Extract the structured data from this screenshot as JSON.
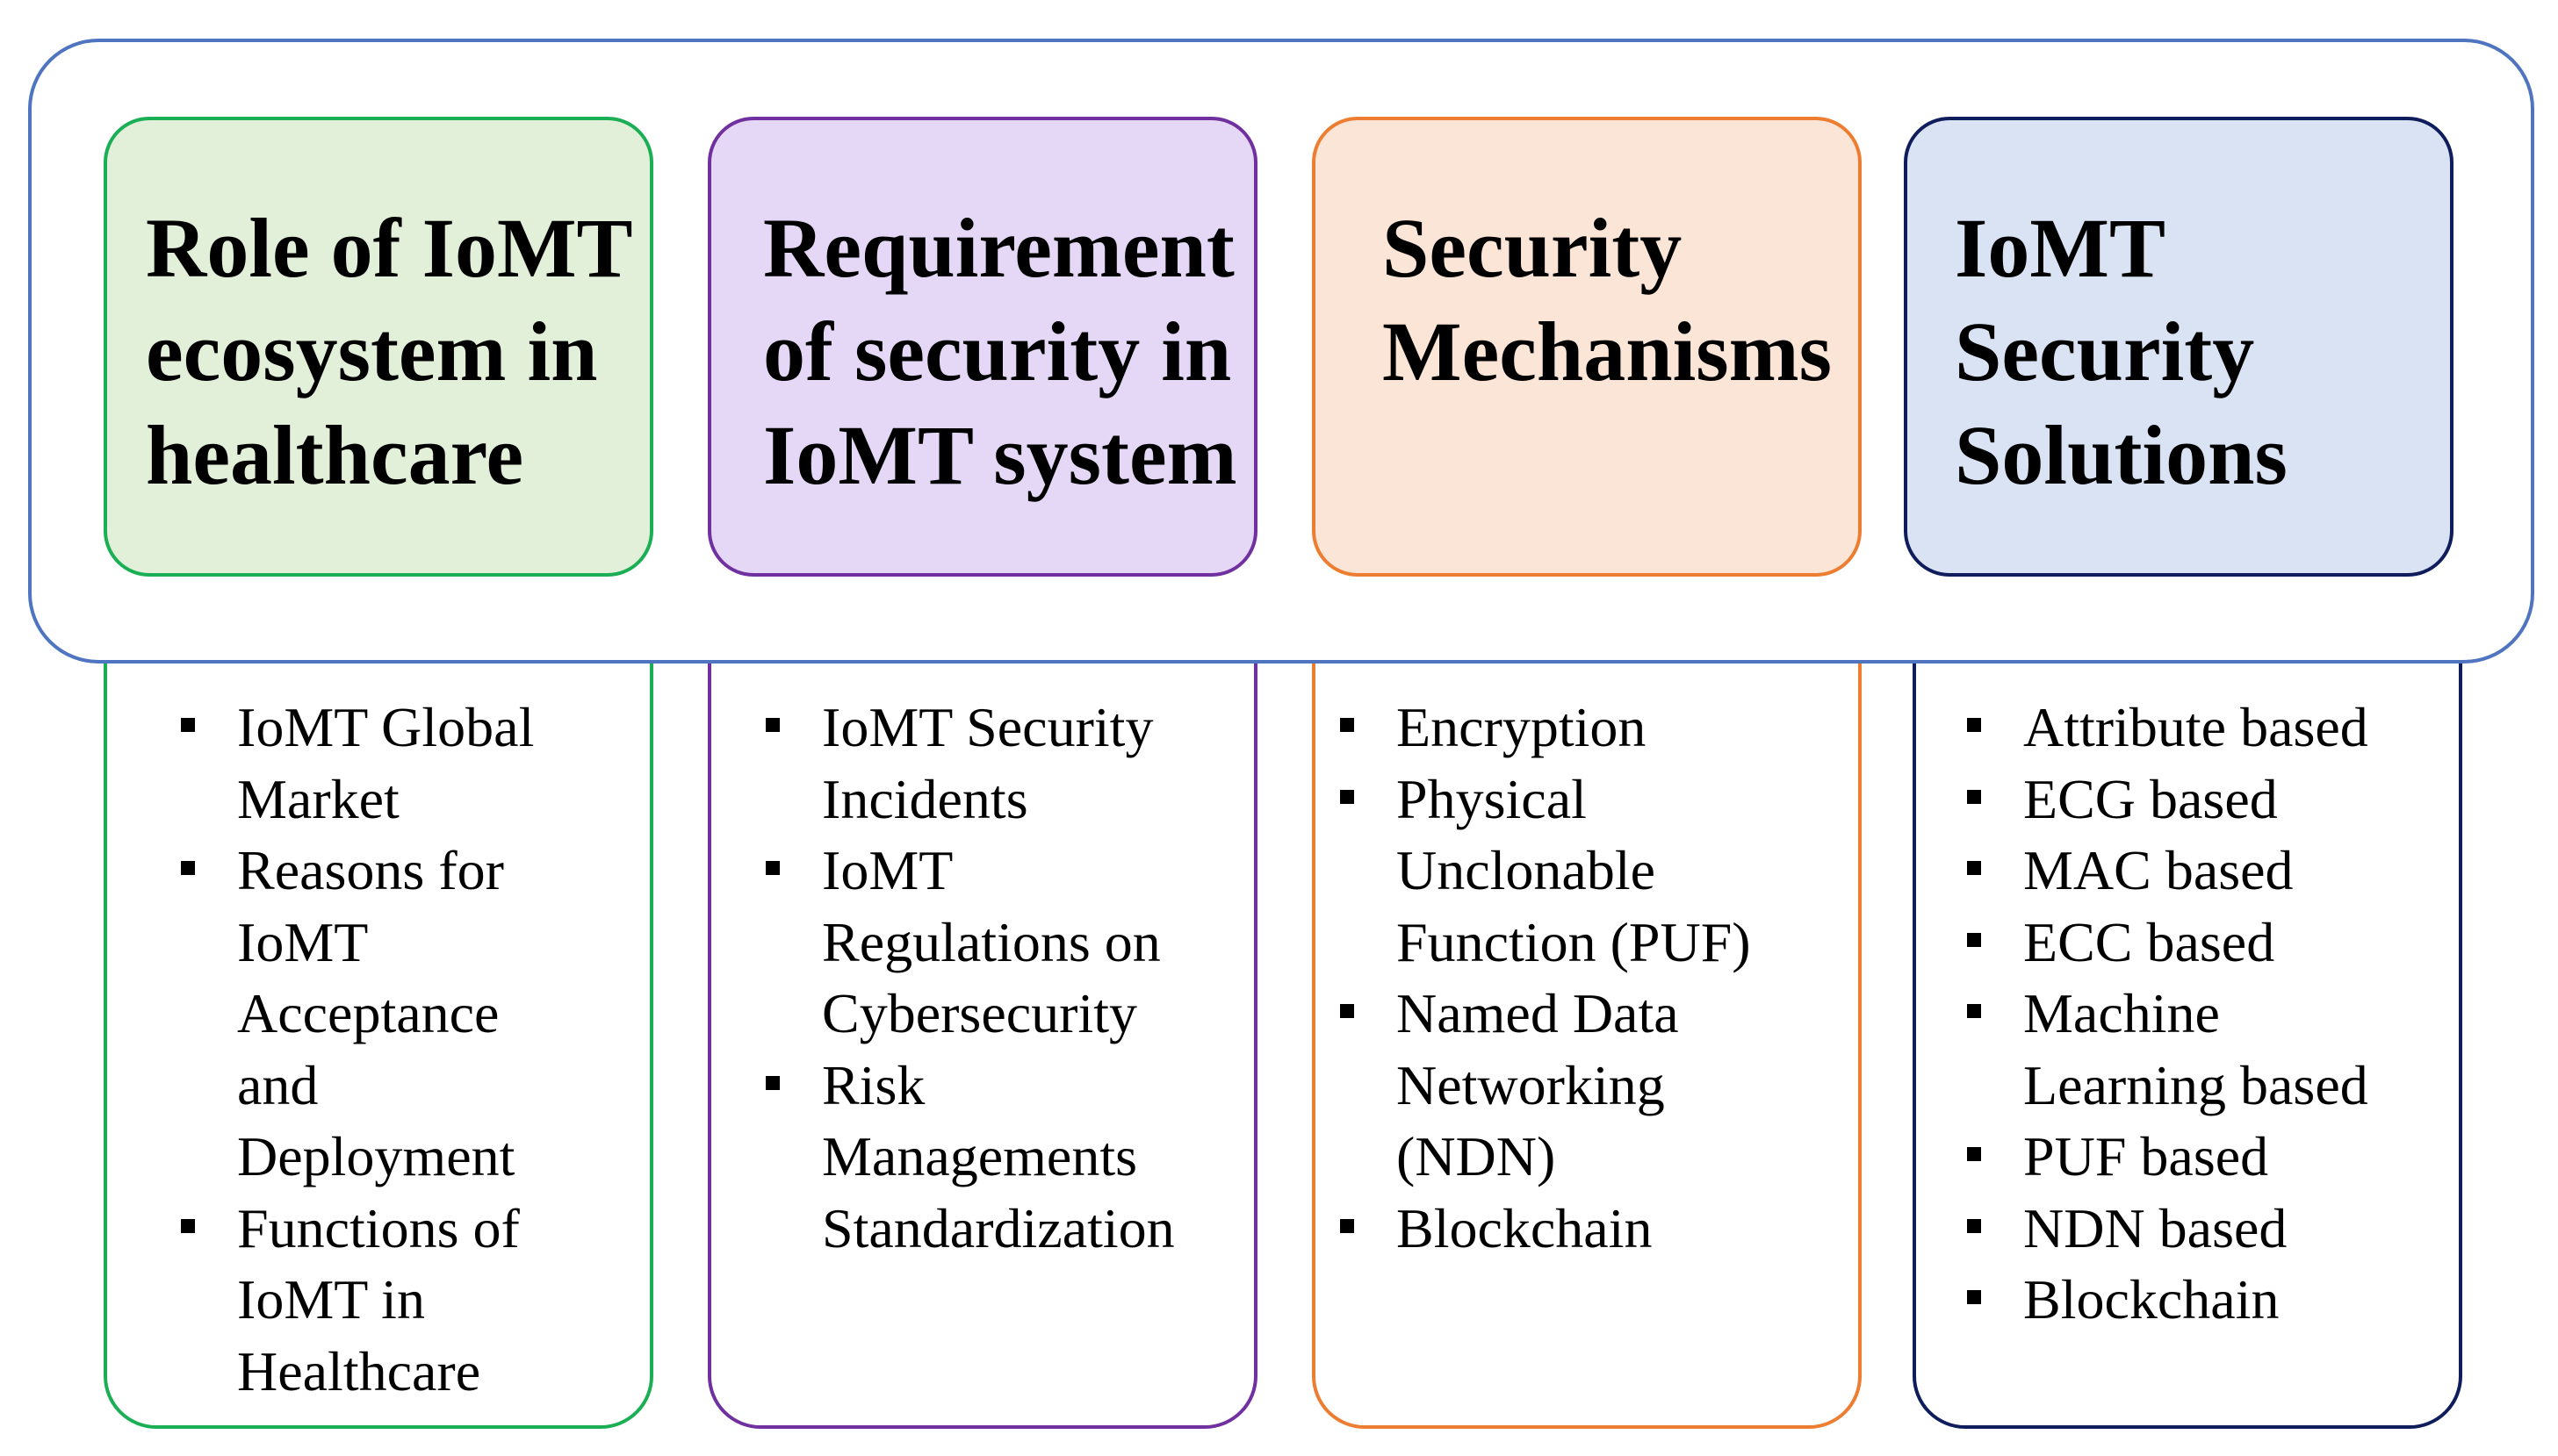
{
  "columns": [
    {
      "id": "role",
      "title_lines": [
        "Role of IoMT",
        "ecosystem in",
        "healthcare"
      ],
      "fill": "#e2efd9",
      "border": "#1aaf54",
      "items": [
        [
          "IoMT Global",
          "Market"
        ],
        [
          "Reasons for",
          "IoMT",
          "Acceptance",
          "and",
          "Deployment"
        ],
        [
          "Functions of",
          "IoMT in",
          "Healthcare"
        ]
      ]
    },
    {
      "id": "requirement",
      "title_lines": [
        "Requirement",
        "of security in",
        "IoMT system"
      ],
      "fill": "#e5d7f6",
      "border": "#7030a0",
      "items": [
        [
          "IoMT Security",
          "Incidents"
        ],
        [
          "IoMT",
          "Regulations on",
          "Cybersecurity"
        ],
        [
          "Risk",
          "Managements",
          "Standardization"
        ]
      ]
    },
    {
      "id": "mechanisms",
      "title_lines": [
        "Security",
        "Mechanisms"
      ],
      "fill": "#fbe5d6",
      "border": "#ed7d31",
      "items": [
        [
          "Encryption"
        ],
        [
          "Physical",
          "Unclonable",
          "Function (PUF)"
        ],
        [
          "Named Data",
          "Networking",
          "(NDN)"
        ],
        [
          "Blockchain"
        ]
      ]
    },
    {
      "id": "solutions",
      "title_lines": [
        "IoMT",
        "Security",
        "Solutions"
      ],
      "fill": "#dae3f3",
      "border": "#0f1d5c",
      "items": [
        [
          "Attribute based"
        ],
        [
          "ECG based"
        ],
        [
          "MAC based"
        ],
        [
          "ECC based"
        ],
        [
          "Machine",
          "Learning based"
        ],
        [
          "PUF based"
        ],
        [
          "NDN based"
        ],
        [
          "Blockchain"
        ]
      ]
    }
  ]
}
